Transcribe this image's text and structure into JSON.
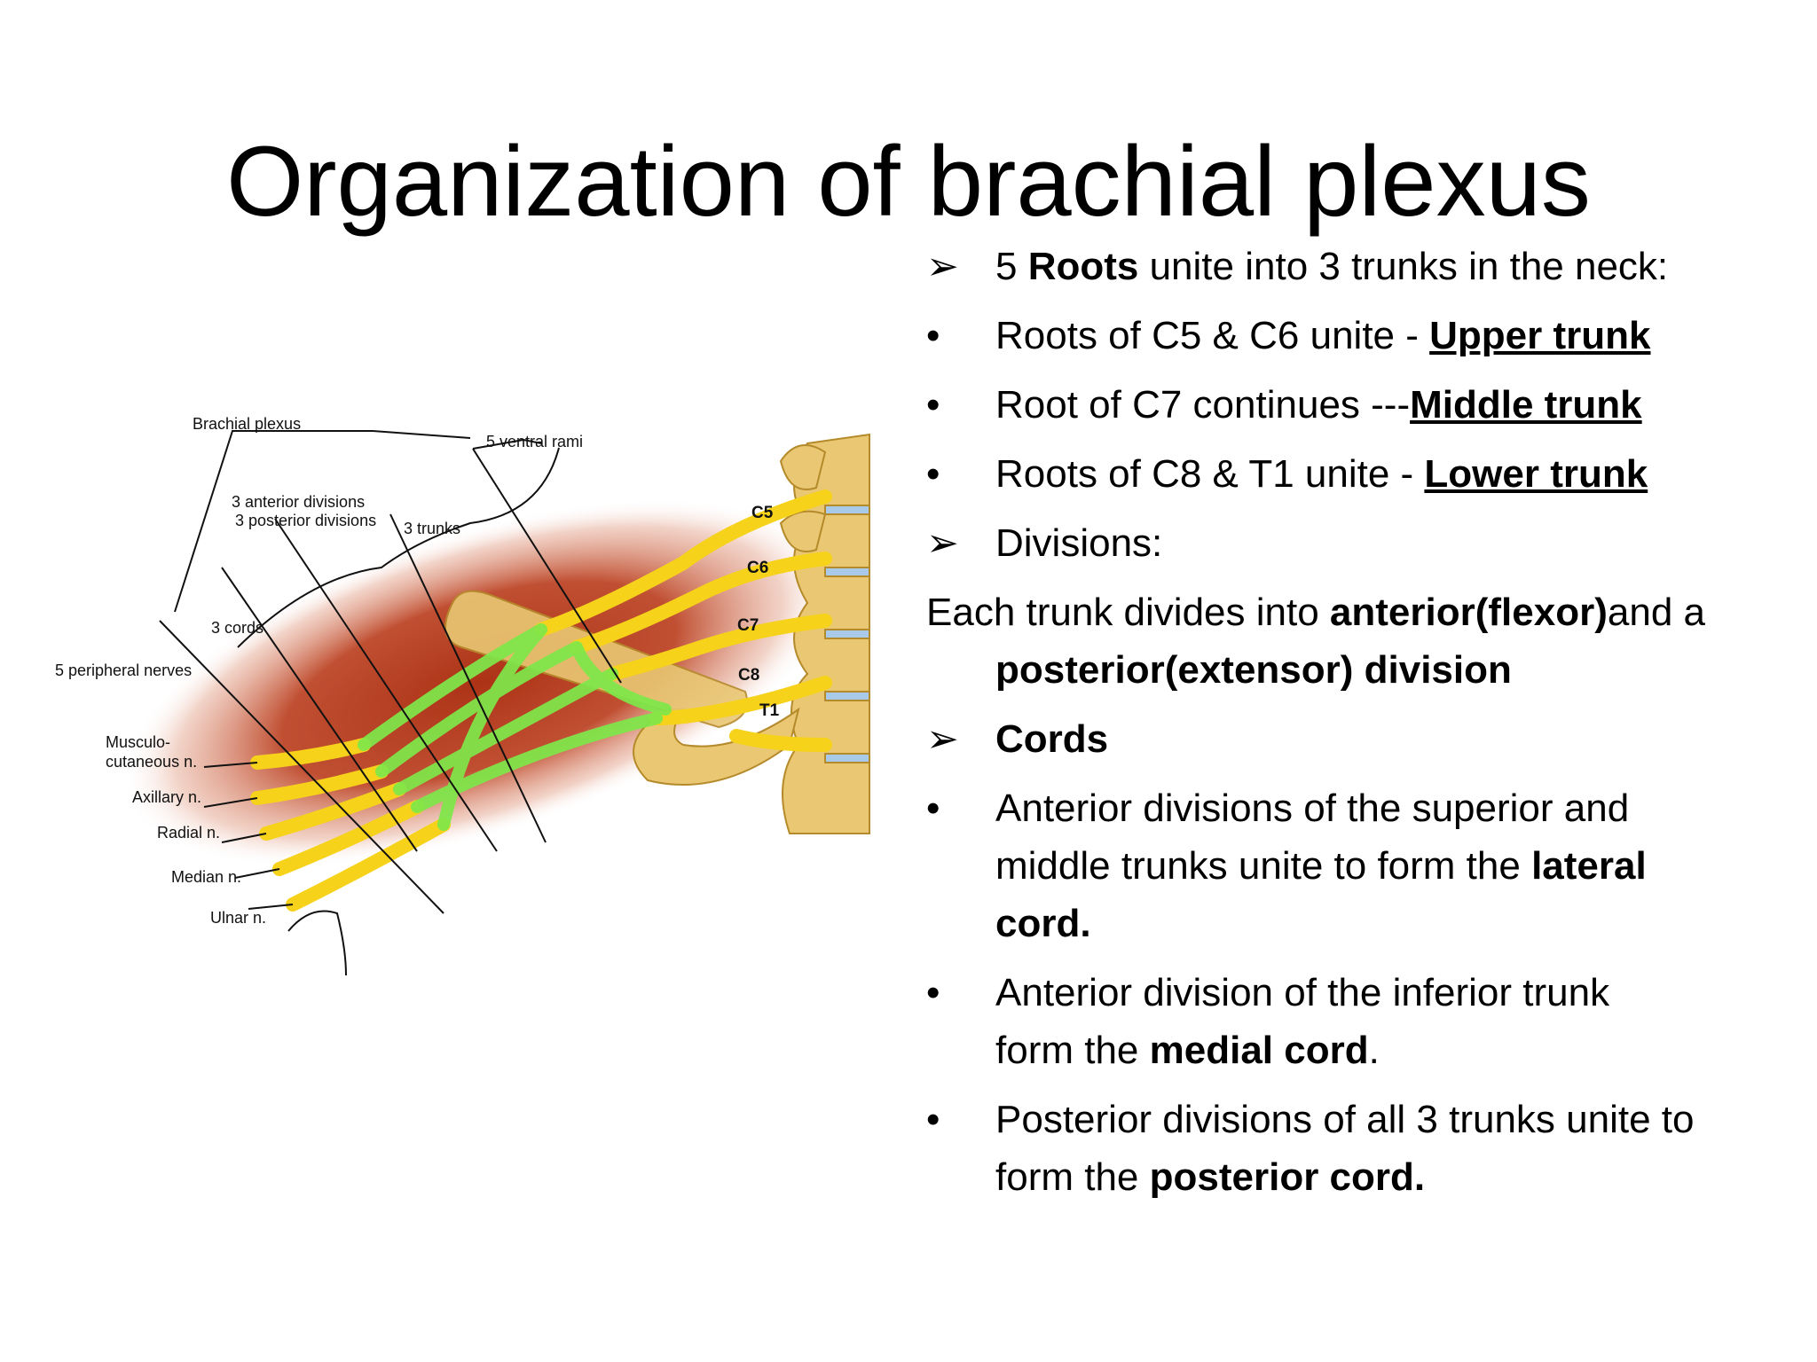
{
  "title": "Organization of brachial plexus",
  "figure": {
    "labels": {
      "brachial_plexus": "Brachial plexus",
      "ventral_rami": "5 ventral rami",
      "anterior_divisions": "3 anterior divisions",
      "posterior_divisions": "3 posterior divisions",
      "trunks": "3 trunks",
      "cords": "3 cords",
      "peripheral_nerves": "5 peripheral nerves",
      "musculo_1": "Musculo-",
      "musculo_2": "cutaneous n.",
      "axillary": "Axillary n.",
      "radial": "Radial n.",
      "median": "Median n.",
      "ulnar": "Ulnar n."
    },
    "vertebrae": [
      "C5",
      "C6",
      "C7",
      "C8",
      "T1"
    ],
    "colors": {
      "nerve_yellow": "#f6d21a",
      "division_green": "#7ee84a",
      "bone": "#e9c773",
      "muscle_red": "#b5300e"
    }
  },
  "content": {
    "l1": {
      "num": "5 ",
      "bold": "Roots",
      "rest": " unite into 3 trunks in the neck:"
    },
    "l2": {
      "text": "Roots of C5 & C6 unite - ",
      "ul": "Upper trunk"
    },
    "l3": {
      "text": "Root of C7 continues ---",
      "ul": "Middle trunk"
    },
    "l4": {
      "text": "Roots of C8 & T1 unite - ",
      "ul": "Lower trunk"
    },
    "l5": {
      "text": "Divisions:"
    },
    "l6": {
      "a": "Each trunk divides into ",
      "b": "anterior(flexor)",
      "c": "and a",
      "d": "posterior(extensor) division"
    },
    "l7": {
      "bold": "Cords"
    },
    "l8": {
      "a": "Anterior divisions of the superior and",
      "b": "middle trunks unite to form the ",
      "c": "lateral",
      "d": "cord."
    },
    "l9": {
      "a": "Anterior division of the inferior trunk",
      "b": "form the ",
      "c": "medial cord",
      "d": "."
    },
    "l10": {
      "a": "Posterior divisions of all 3 trunks unite to",
      "b": "form the ",
      "c": "posterior cord."
    },
    "markers": {
      "arrow": "➢",
      "bullet": "•"
    }
  }
}
